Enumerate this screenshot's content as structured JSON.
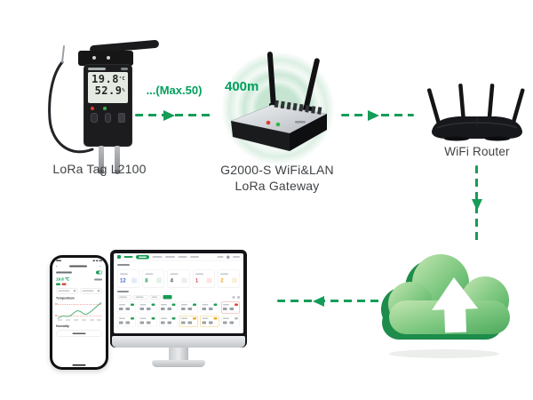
{
  "diagram": {
    "tag_label": "LoRa Tag L2100",
    "link1_label": "...(Max.50)",
    "range_label": "400m",
    "gateway_label_line1": "G2000-S WiFi&LAN",
    "gateway_label_line2": "LoRa Gateway",
    "router_label": "WiFi Router"
  },
  "tag_display": {
    "temperature": "19.8",
    "temperature_unit": "°C",
    "humidity": "52.9",
    "humidity_unit": "%"
  },
  "phone_app": {
    "temperature_value": "19.8 ℃",
    "section_temperature": "Temperature",
    "section_humidity": "Humidity"
  },
  "monitor_dashboard": {
    "stats": [
      {
        "value": "12",
        "color": "#3a62d8",
        "bg": "#e4ebfa"
      },
      {
        "value": "8",
        "color": "#1f9d58",
        "bg": "#e0f3e8"
      },
      {
        "value": "4",
        "color": "#4a4f55",
        "bg": "#eceef0"
      },
      {
        "value": "1",
        "color": "#e0483c",
        "bg": "#fbe5e3"
      },
      {
        "value": "2",
        "color": "#efa12b",
        "bg": "#fdf0da"
      }
    ],
    "device_cards": [
      {
        "status": "normal"
      },
      {
        "status": "normal"
      },
      {
        "status": "normal"
      },
      {
        "status": "normal"
      },
      {
        "status": "normal"
      },
      {
        "status": "alarm"
      },
      {
        "status": "normal"
      },
      {
        "status": "normal"
      },
      {
        "status": "normal"
      },
      {
        "status": "warning"
      },
      {
        "status": "warning"
      },
      {
        "status": "offline"
      }
    ]
  },
  "colors": {
    "brand_green": "#00a05c",
    "arrow_green": "#159c58",
    "alarm_red": "#e0483c",
    "warning_orange": "#efa12b",
    "cloud_green": "#4ba95c"
  }
}
